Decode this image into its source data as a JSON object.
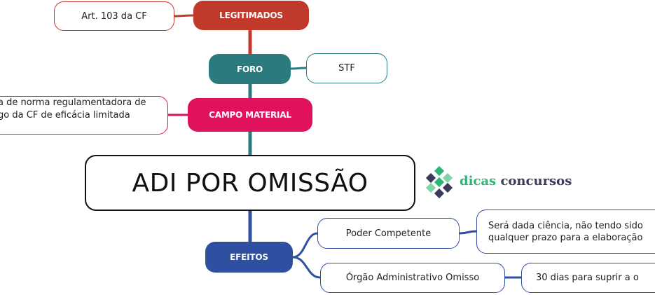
{
  "central": {
    "title": "ADI POR OMISSÃO"
  },
  "branches": {
    "legitimados": {
      "label": "LEGITIMADOS",
      "color": "#c0392b",
      "detail": "Art. 103 da CF"
    },
    "foro": {
      "label": "FORO",
      "color": "#2a7a7e",
      "detail": "STF"
    },
    "campo_material": {
      "label": "CAMPO MATERIAL",
      "color": "#e0125e",
      "detail_line1": "a de norma regulamentadora de",
      "detail_line2": "go da CF de eficácia limitada"
    },
    "efeitos": {
      "label": "EFEITOS",
      "color": "#2f4fa0",
      "poder": "Poder Competente",
      "poder_detail_line1": "Será dada ciência, não tendo sido",
      "poder_detail_line2": "qualquer prazo para a elaboração",
      "orgao": "Órgão Administrativo Omisso",
      "orgao_detail": "30 dias para suprir a o"
    }
  },
  "logo": {
    "part1": "dicas",
    "part2": "concursos"
  }
}
